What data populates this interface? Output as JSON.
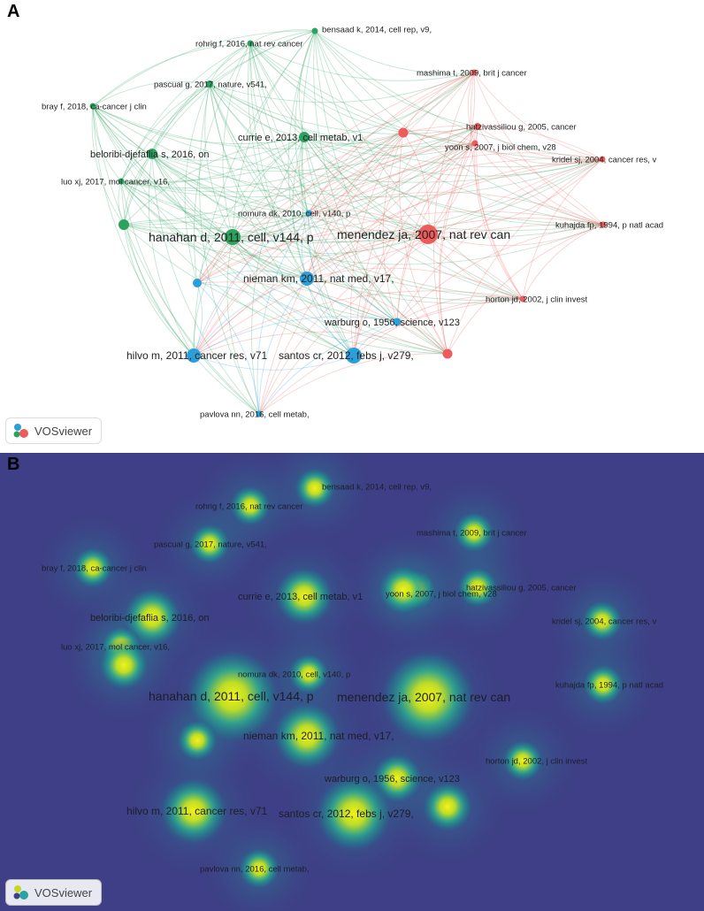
{
  "panel_a": {
    "letter": "A",
    "brand": "VOSviewer"
  },
  "panel_b": {
    "letter": "B",
    "brand": "VOSviewer"
  },
  "colors": {
    "green": "#2ca25f",
    "red": "#ef5a5a",
    "blue": "#2b9fd9",
    "density_bg": "#3e3f86"
  },
  "nodes": [
    {
      "id": "bensaad",
      "label": "bensaad k, 2014, cell rep, v9,",
      "cluster": "green",
      "weight": 2
    },
    {
      "id": "rohrig",
      "label": "rohrig f, 2016, nat rev cancer",
      "cluster": "green",
      "weight": 2
    },
    {
      "id": "pascual",
      "label": "pascual g, 2017, nature, v541,",
      "cluster": "green",
      "weight": 2
    },
    {
      "id": "bray",
      "label": "bray f, 2018, ca-cancer j clin",
      "cluster": "green",
      "weight": 2
    },
    {
      "id": "beloribi",
      "label": "beloribi-djefaflia s, 2016, on",
      "cluster": "green",
      "weight": 4
    },
    {
      "id": "luo",
      "label": "luo xj, 2017, mol cancer, v16,",
      "cluster": "green",
      "weight": 2
    },
    {
      "id": "currie",
      "label": "currie e, 2013, cell metab, v1",
      "cluster": "green",
      "weight": 4
    },
    {
      "id": "hanahan",
      "label": "hanahan d, 2011, cell, v144, p",
      "cluster": "green",
      "weight": 8
    },
    {
      "id": "green_unl",
      "label": "",
      "cluster": "green",
      "weight": 3
    },
    {
      "id": "menendez",
      "label": "menendez ja, 2007, nat rev can",
      "cluster": "red",
      "weight": 8
    },
    {
      "id": "mashima",
      "label": "mashima t, 2009, brit j cancer",
      "cluster": "red",
      "weight": 2
    },
    {
      "id": "hatzi",
      "label": "hatzivassiliou g, 2005, cancer",
      "cluster": "red",
      "weight": 2
    },
    {
      "id": "yoon",
      "label": "yoon s, 2007, j biol chem, v28",
      "cluster": "red",
      "weight": 2
    },
    {
      "id": "kridel",
      "label": "kridel sj, 2004, cancer res, v",
      "cluster": "red",
      "weight": 2
    },
    {
      "id": "kuhajda",
      "label": "kuhajda fp, 1994, p natl acad",
      "cluster": "red",
      "weight": 2
    },
    {
      "id": "horton",
      "label": "horton jd, 2002, j clin invest",
      "cluster": "red",
      "weight": 2
    },
    {
      "id": "red_top",
      "label": "",
      "cluster": "red",
      "weight": 3
    },
    {
      "id": "red_bot",
      "label": "",
      "cluster": "red",
      "weight": 3
    },
    {
      "id": "nomura",
      "label": "nomura dk, 2010, cell, v140, p",
      "cluster": "blue",
      "weight": 2
    },
    {
      "id": "nieman",
      "label": "nieman km, 2011, nat med, v17,",
      "cluster": "blue",
      "weight": 5
    },
    {
      "id": "warburg",
      "label": "warburg o, 1956, science, v123",
      "cluster": "blue",
      "weight": 3
    },
    {
      "id": "hilvo",
      "label": "hilvo m, 2011, cancer res, v71",
      "cluster": "blue",
      "weight": 5
    },
    {
      "id": "santos",
      "label": "santos cr, 2012, febs j, v279,",
      "cluster": "blue",
      "weight": 6
    },
    {
      "id": "pavlova",
      "label": "pavlova nn, 2016, cell metab,",
      "cluster": "blue",
      "weight": 2
    },
    {
      "id": "blue_unl",
      "label": "",
      "cluster": "blue",
      "weight": 2
    }
  ]
}
